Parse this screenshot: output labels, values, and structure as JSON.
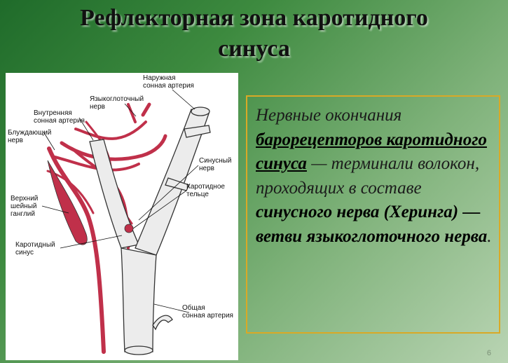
{
  "slide": {
    "title_line1": "Рефлекторная зона каротидного",
    "title_line2": "синуса",
    "page_number": "6"
  },
  "figure": {
    "labels": {
      "external_carotid": "Наружная\nсонная артерия",
      "glossopharyngeal": "Языкоглоточный\nнерв",
      "internal_carotid": "Внутренняя\nсонная артерия",
      "vagus": "Блуждающий\nнерв",
      "sinus_nerve": "Синусный\nнерв",
      "carotid_body": "Каротидное\nтельце",
      "superior_ganglion": "Верхний\nшейный\nганглий",
      "carotid_sinus": "Каротидный\nсинус",
      "common_carotid": "Общая\nсонная артерия"
    },
    "colors": {
      "artery": "#ececec",
      "artery_outline": "#333333",
      "nerve": "#c0304a"
    }
  },
  "text": {
    "p1": "Нервные окончания ",
    "p2": "барорецепторов каротидного синуса",
    "p3": " — терминали волокон, проходящих в составе ",
    "p4": "синусного нерва (Херинга) — ветви языкоглоточного нерва",
    "p5": "."
  }
}
